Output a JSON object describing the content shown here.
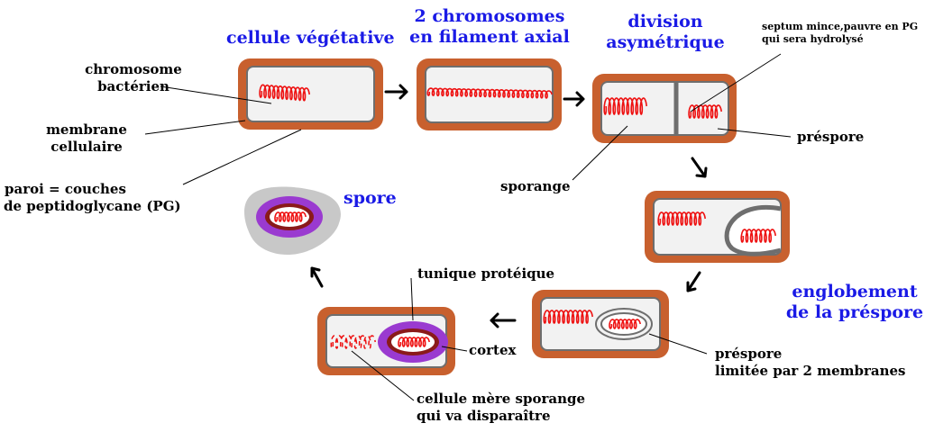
{
  "colors": {
    "wall": "#c8602e",
    "cell_fill": "#f2f2f2",
    "membrane": "#6e6e6e",
    "dna": "#ee1111",
    "title_blue": "#1a1ae6",
    "coat": "#9a3ad0",
    "cortex": "#8a1a1a",
    "exosporium": "#c8c8c8"
  },
  "titles": {
    "stage1": "cellule végétative",
    "stage2_line1": "2 chromosomes",
    "stage2_line2": "en filament axial",
    "stage3_line1": "division",
    "stage3_line2": "asymétrique",
    "spore": "spore",
    "engulf_line1": "englobement",
    "engulf_line2": "de la préspore"
  },
  "labels": {
    "chromosome_line1": "chromosome",
    "chromosome_line2": "bactérien",
    "membrane_line1": "membrane",
    "membrane_line2": "cellulaire",
    "paroi_line1": "paroi = couches",
    "paroi_line2": "de peptidoglycane (PG)",
    "septum_line1": "septum mince,pauvre en PG",
    "septum_line2": "qui sera hydrolysé",
    "prespore": "préspore",
    "sporange": "sporange",
    "tunique": "tunique protéique",
    "cortex": "cortex",
    "prespore2_line1": "préspore",
    "prespore2_line2": "limitée par 2 membranes",
    "mere_line1": "cellule mère sporange",
    "mere_line2": "qui va disparaître"
  }
}
